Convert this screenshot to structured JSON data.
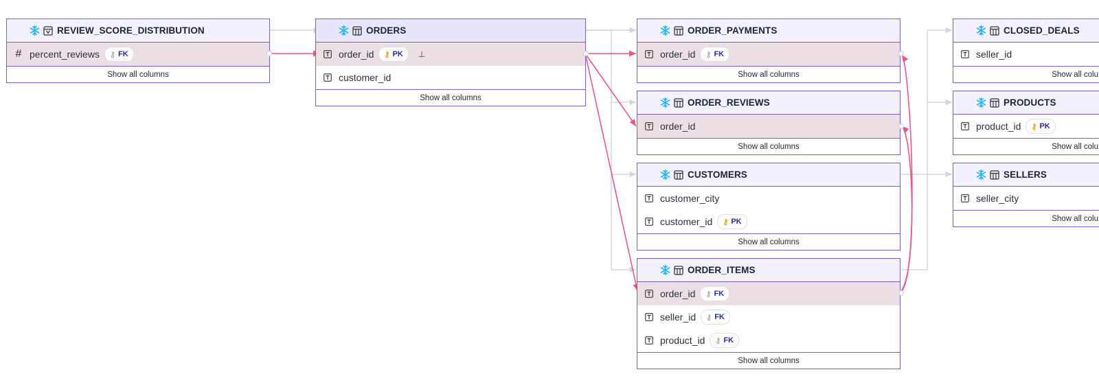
{
  "show_all_label": "Show all columns",
  "tables": {
    "review_score_distribution": {
      "name": "REVIEW_SCORE_DISTRIBUTION",
      "columns": [
        {
          "name": "percent_reviews",
          "badge": "FK"
        }
      ]
    },
    "orders": {
      "name": "ORDERS",
      "columns": [
        {
          "name": "order_id",
          "badge": "PK"
        },
        {
          "name": "customer_id"
        }
      ]
    },
    "order_payments": {
      "name": "ORDER_PAYMENTS",
      "columns": [
        {
          "name": "order_id",
          "badge": "FK"
        }
      ]
    },
    "order_reviews": {
      "name": "ORDER_REVIEWS",
      "columns": [
        {
          "name": "order_id"
        }
      ]
    },
    "customers": {
      "name": "CUSTOMERS",
      "columns": [
        {
          "name": "customer_city"
        },
        {
          "name": "customer_id",
          "badge": "PK"
        }
      ]
    },
    "order_items": {
      "name": "ORDER_ITEMS",
      "columns": [
        {
          "name": "order_id",
          "badge": "FK"
        },
        {
          "name": "seller_id",
          "badge": "FK"
        },
        {
          "name": "product_id",
          "badge": "FK"
        }
      ]
    },
    "closed_deals": {
      "name": "CLOSED_DEALS",
      "columns": [
        {
          "name": "seller_id"
        }
      ],
      "show_all_label": "Show all colu"
    },
    "products": {
      "name": "PRODUCTS",
      "columns": [
        {
          "name": "product_id",
          "badge": "PK"
        }
      ],
      "show_all_label": "Show all colu"
    },
    "sellers": {
      "name": "SELLERS",
      "columns": [
        {
          "name": "seller_city"
        }
      ],
      "show_all_label": "Show all colu"
    }
  },
  "colors": {
    "node_border": "#7a5cc8",
    "header_bg": "#f2f1fd",
    "highlight_row": "#ecdfe6",
    "fk_edge": "#e8558f",
    "structure_edge": "#cfd6e3",
    "snowflake": "#29b5e8",
    "pk_key": "#e2a100",
    "badge_text": "#2d2a9b"
  }
}
